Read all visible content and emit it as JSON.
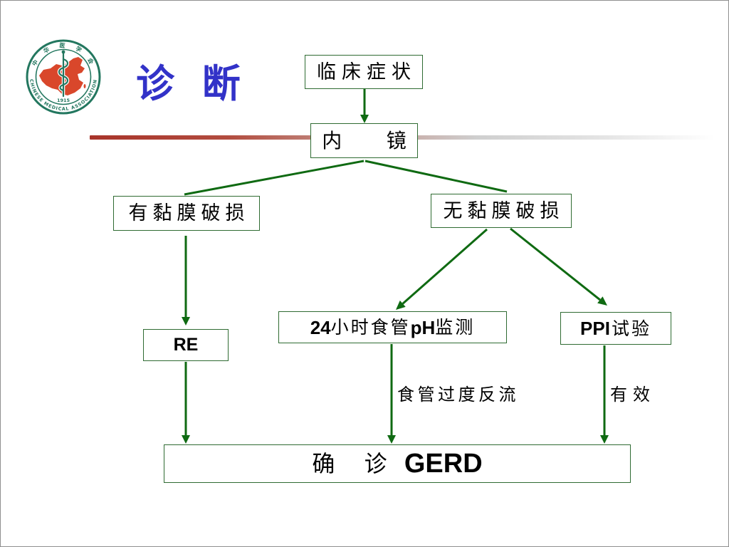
{
  "header": {
    "title": "诊 断",
    "logo": {
      "name_zh": "中华医学会",
      "name_en": "CHINESE MEDICAL ASSOCIATION",
      "year": "1915"
    }
  },
  "flowchart": {
    "nodes": {
      "clinical_symptoms": "临床症状",
      "endoscopy": "内    镜",
      "mucosal_injury": "有黏膜破损",
      "no_mucosal_injury": "无黏膜破损",
      "re": "RE",
      "ph_monitoring": [
        "24",
        "小时食管",
        "pH",
        "监测"
      ],
      "ppi_test": [
        "PPI",
        "试验"
      ],
      "diagnosis": [
        "确  诊 ",
        "GERD"
      ]
    },
    "edge_labels": {
      "excessive_reflux": "食管过度反流",
      "effective": "有效"
    }
  },
  "colors": {
    "title": "#3232c8",
    "arrow": "#0f6a12",
    "box_border": "#2f6b32",
    "divider": "#a8342a",
    "logo_green": "#23775f",
    "logo_red": "#d9472b"
  }
}
